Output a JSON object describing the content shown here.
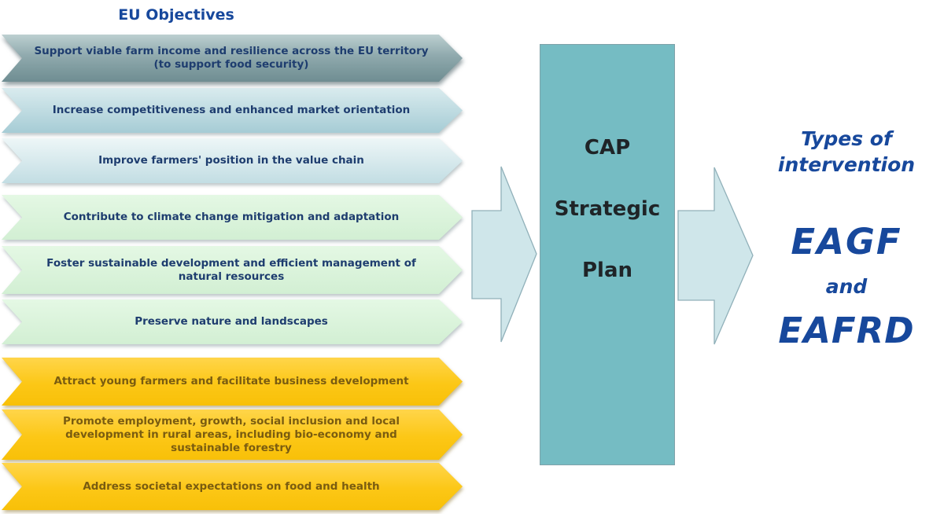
{
  "title": "EU Objectives",
  "objectives": [
    {
      "label": "Support viable farm income and resilience across the EU territory (to support food security)",
      "group": "steel"
    },
    {
      "label": "Increase competitiveness and enhanced market orientation",
      "group": "blue"
    },
    {
      "label": "Improve farmers' position in the value chain",
      "group": "paleblue"
    },
    {
      "label": "Contribute to climate change mitigation and adaptation",
      "group": "green"
    },
    {
      "label": "Foster sustainable development and efficient management of natural resources",
      "group": "green"
    },
    {
      "label": "Preserve nature and landscapes",
      "group": "green"
    },
    {
      "label": "Attract young farmers and facilitate business development",
      "group": "yellow"
    },
    {
      "label": "Promote employment, growth, social inclusion and local development in rural areas, including bio-economy and sustainable forestry",
      "group": "yellow"
    },
    {
      "label": "Address societal expectations on food and health",
      "group": "yellow"
    }
  ],
  "center_box": {
    "lines": {
      "0": "CAP",
      "1": "Strategic",
      "2": "Plan"
    }
  },
  "right_panel": {
    "heading_line1": "Types of",
    "heading_line2": "intervention",
    "fund1": "EAGF",
    "conjunction": "and",
    "fund2": "EAFRD"
  },
  "colors": {
    "title_blue": "#17489c",
    "arrow_text_navy": "#1e3d6f",
    "yellow_text_brown": "#7a5c10",
    "cap_box_fill": "#75bcc3",
    "cap_text": "#1f2427",
    "flow_arrow_fill": "#cfe6ea",
    "steel_top": "#bccfd0",
    "steel_bottom": "#6f8d92",
    "blue_top": "#d9ebee",
    "blue_bottom": "#a6ccd5",
    "paleblue_top": "#edf6f7",
    "paleblue_bottom": "#c2dde3",
    "green_top": "#e4f8e4",
    "green_bottom": "#d2efd3",
    "yellow_top": "#ffd54a",
    "yellow_bottom": "#f8c008"
  }
}
